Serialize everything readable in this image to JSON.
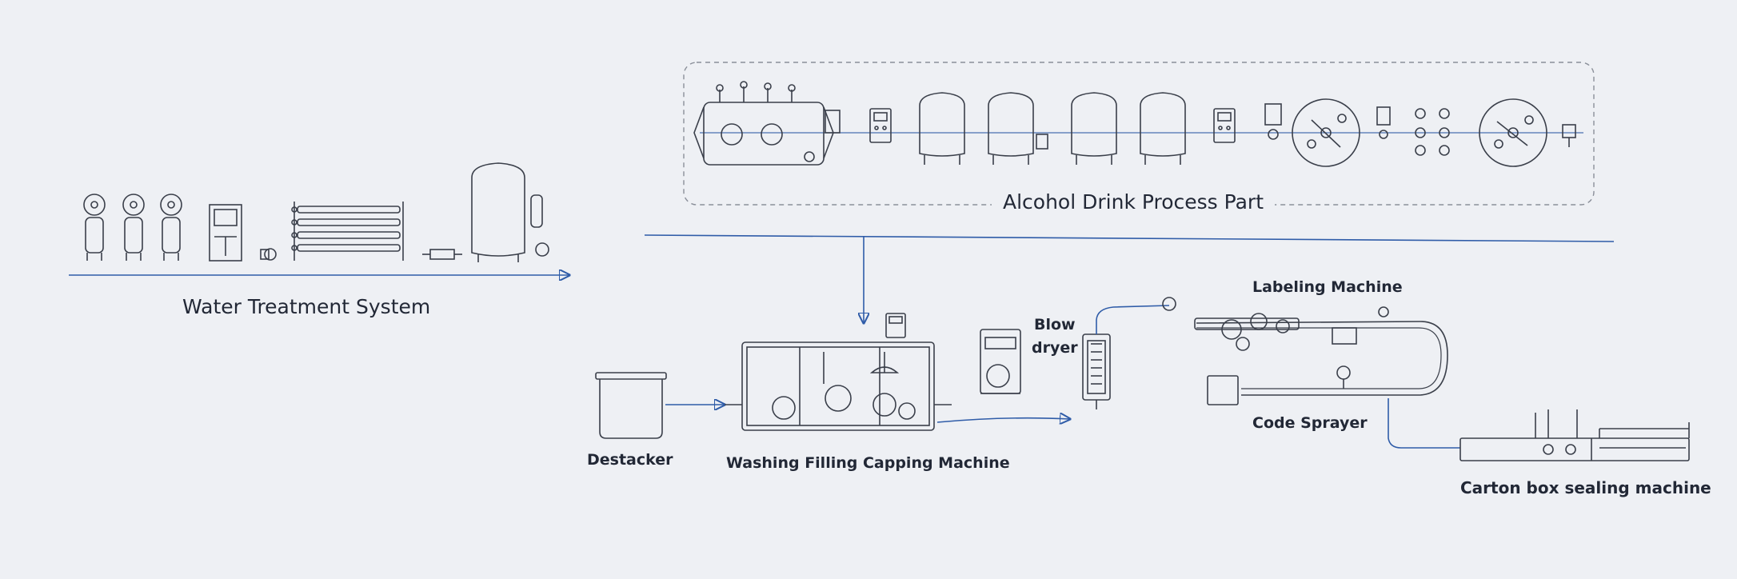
{
  "labels": {
    "alcohol_process": "Alcohol Drink Process Part",
    "water_treatment": "Water Treatment System",
    "destacker": "Destacker",
    "washing_filling_capping": "Washing Filling Capping Machine",
    "blow_dryer_line1": "Blow",
    "blow_dryer_line2": "dryer",
    "labeling_machine": "Labeling Machine",
    "code_sprayer": "Code Sprayer",
    "carton_sealing": "Carton box sealing machine"
  },
  "colors": {
    "background": "#eef0f4",
    "flow_line": "#2f5ca8",
    "equipment_stroke": "#3a3f4a",
    "dashed_box": "#8a8f99"
  }
}
